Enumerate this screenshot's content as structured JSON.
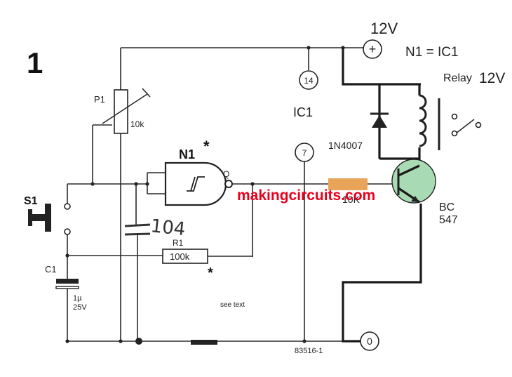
{
  "figure_number": "1",
  "supply": {
    "voltage": "12V",
    "plus_symbol": "+",
    "ground_symbol": "0"
  },
  "pin_labels": {
    "vcc_pin": "14",
    "gnd_pin": "7",
    "ic": "IC1"
  },
  "gate": {
    "name": "N1",
    "asterisk": "*",
    "output": "Q",
    "note": "N1 = IC1"
  },
  "relay": {
    "label": "Relay",
    "voltage": "12V"
  },
  "diode": {
    "label": "1N4007"
  },
  "transistor": {
    "line1": "BC",
    "line2": "547"
  },
  "base_resistor": {
    "label": "10K",
    "color": "#e8a55a"
  },
  "pot": {
    "name": "P1",
    "value": "10k"
  },
  "switch": {
    "name": "S1"
  },
  "capacitor_c1": {
    "name": "C1",
    "value": "1µ",
    "voltage": "25V"
  },
  "capacitor_handwritten": {
    "value": "104"
  },
  "resistor_r1": {
    "name": "R1",
    "value": "100k",
    "asterisk": "*"
  },
  "notes": {
    "see_text": "see text",
    "code": "83516-1"
  },
  "watermark": {
    "text": "makingcircuits.com",
    "color": "#e8001c"
  },
  "colors": {
    "transistor_fill": "#a8dbb4",
    "wire": "#2a2a2a"
  }
}
